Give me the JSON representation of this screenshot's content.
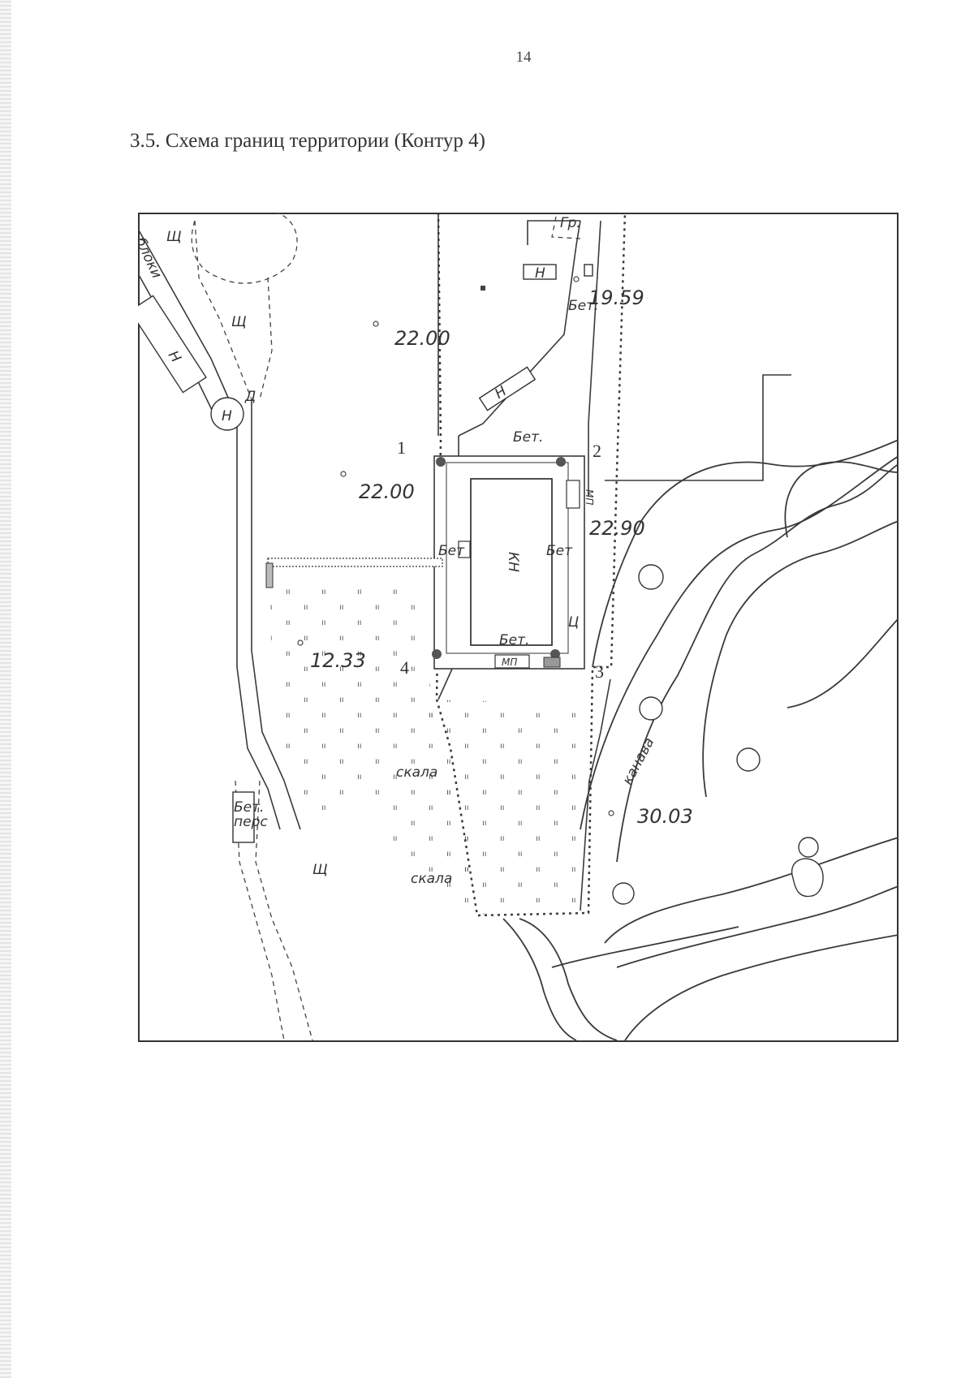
{
  "page": {
    "number": "14",
    "title": "3.5. Схема границ территории (Контур 4)"
  },
  "map": {
    "elevations": [
      "22.00",
      "22.00",
      "19.59",
      "22.90",
      "12.33",
      "30.03"
    ],
    "boundary_points": [
      "1",
      "2",
      "3",
      "4"
    ],
    "labels": {
      "shch": "Щ",
      "n": "Н",
      "d": "Д",
      "bet": "Бет.",
      "bet_short": "Бет",
      "kn": "КН",
      "mp": "МП",
      "gr": "Гр.",
      "skala": "скала",
      "kanava": "канава",
      "bet_pers": "Бет.",
      "pers": "перс",
      "top_left_text": "блоки",
      "ts": "Ц"
    },
    "colors": {
      "line": "#3a3a3a",
      "boundary_points": "#555555"
    }
  }
}
